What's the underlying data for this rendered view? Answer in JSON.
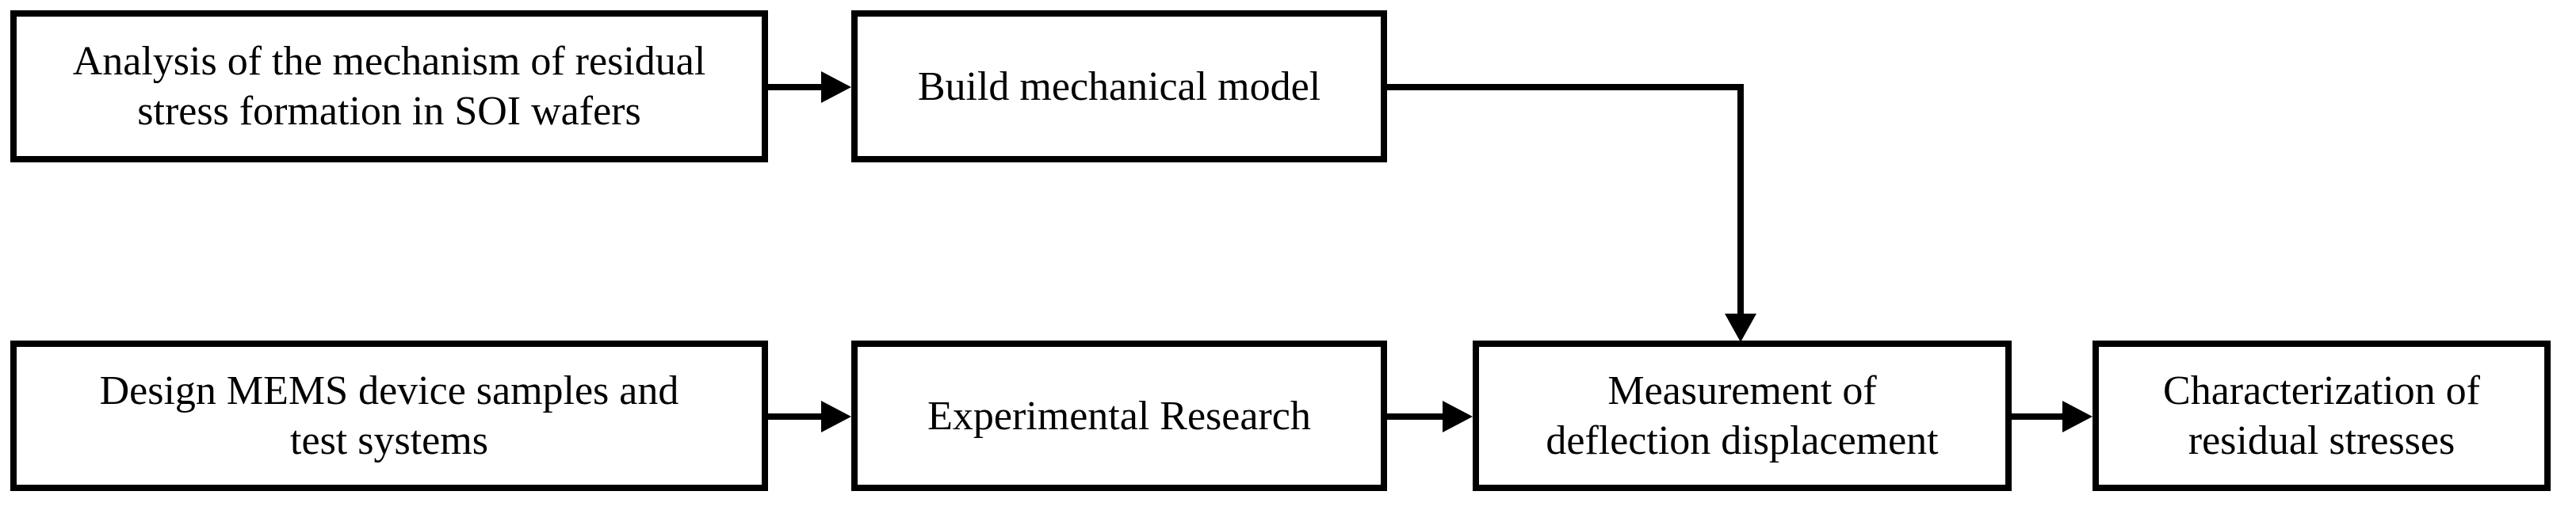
{
  "diagram": {
    "type": "flowchart",
    "background_color": "#ffffff",
    "line_color": "#000000",
    "box_fill_color": "#ffffff",
    "nodes": {
      "analysis": {
        "lines": [
          "Analysis of the mechanism of residual",
          "stress formation in SOI wafers"
        ]
      },
      "build_model": {
        "lines": [
          "Build mechanical model"
        ]
      },
      "design": {
        "lines": [
          "Design MEMS device samples and",
          "test systems"
        ]
      },
      "experimental": {
        "lines": [
          "Experimental Research"
        ]
      },
      "measurement": {
        "lines": [
          "Measurement of",
          "deflection displacement"
        ]
      },
      "characterization": {
        "lines": [
          "Characterization of",
          "residual stresses"
        ]
      }
    },
    "edges": [
      {
        "from": "analysis",
        "to": "build_model",
        "style": "arrow-right"
      },
      {
        "from": "build_model",
        "to": "measurement",
        "style": "elbow-right-then-down"
      },
      {
        "from": "design",
        "to": "experimental",
        "style": "arrow-right"
      },
      {
        "from": "experimental",
        "to": "measurement",
        "style": "arrow-right"
      },
      {
        "from": "measurement",
        "to": "characterization",
        "style": "arrow-right"
      }
    ]
  }
}
